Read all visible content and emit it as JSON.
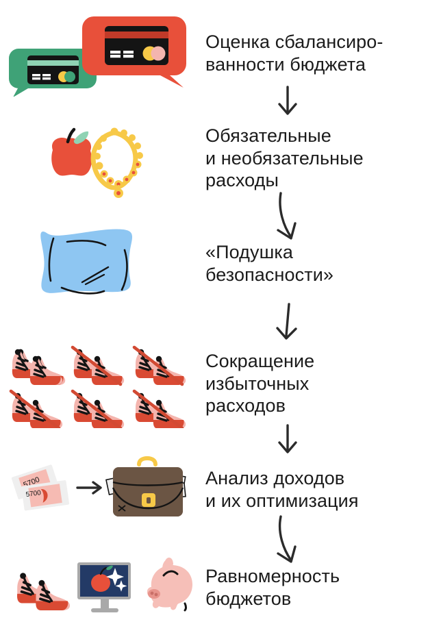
{
  "document": {
    "type": "vertical-flow-infographic",
    "language": "ru",
    "background_color": "#ffffff",
    "text_color": "#1b1b1b"
  },
  "palette": {
    "red": "#e8503a",
    "red_dark": "#c9402c",
    "green": "#3fa277",
    "green_light": "#8fd3b4",
    "yellow": "#f7c948",
    "yellow_light": "#fbdd8e",
    "blue_light": "#8ec6f2",
    "blue": "#3d82c4",
    "pink": "#f4b5ae",
    "brown": "#6b5544",
    "brown_light": "#a08a72",
    "gray": "#8a8a8a",
    "gray_dark": "#5e5e5e",
    "navy": "#233a66",
    "piggy_pink": "#f6bfb8",
    "black": "#141414",
    "arrow": "#2b2b2b"
  },
  "steps": [
    {
      "id": "step-1",
      "label": "Оценка сбалансиро-\nванности бюджета",
      "illustration": "credit-card-speech-bubbles",
      "icons": [
        "speech-bubble-green-icon",
        "credit-card-icon",
        "speech-bubble-red-icon"
      ]
    },
    {
      "id": "step-2",
      "label": "Обязательные\nи необязательные\nрасходы",
      "illustration": "apple-and-necklace",
      "icons": [
        "apple-icon",
        "necklace-icon"
      ]
    },
    {
      "id": "step-3",
      "label": "«Подушка\nбезопасности»",
      "illustration": "pillow",
      "icons": [
        "pillow-icon"
      ]
    },
    {
      "id": "step-4",
      "label": "Сокращение\nизбыточных\nрасходов",
      "illustration": "six-sneakers-crossed-out",
      "icons": [
        "sneaker-icon",
        "slash-icon"
      ]
    },
    {
      "id": "step-5",
      "label": "Анализ доходов\nи их оптимизация",
      "illustration": "banknotes-to-briefcase",
      "icons": [
        "banknotes-icon",
        "arrow-right-icon",
        "briefcase-icon"
      ]
    },
    {
      "id": "step-6",
      "label": "Равномерность\nбюджетов",
      "illustration": "sneakers-monitor-piggybank",
      "icons": [
        "sneaker-icon",
        "monitor-icon",
        "piggy-bank-icon"
      ]
    }
  ],
  "connectors": [
    {
      "id": "arrow-1",
      "shape": "straight-down",
      "from": "step-1",
      "to": "step-2"
    },
    {
      "id": "arrow-2",
      "shape": "curved-down",
      "from": "step-2",
      "to": "step-3"
    },
    {
      "id": "arrow-3",
      "shape": "straight-down",
      "from": "step-3",
      "to": "step-4"
    },
    {
      "id": "arrow-4",
      "shape": "straight-down",
      "from": "step-4",
      "to": "step-5"
    },
    {
      "id": "arrow-5",
      "shape": "curved-down",
      "from": "step-5",
      "to": "step-6"
    }
  ],
  "sneakers_grid": {
    "colors": [
      "#f4b5ae",
      "#7ccfa5",
      "#fbcf63",
      "#4a90d9",
      "#a08a72",
      "#9a9a9a"
    ],
    "shadow_colors": [
      "#d94a33",
      "#3fa277",
      "#f2b033",
      "#2f6fad",
      "#6b5544",
      "#6e6e6e"
    ],
    "crossed_out": [
      false,
      true,
      true,
      true,
      true,
      true
    ],
    "slash_color": "#d24a33"
  }
}
